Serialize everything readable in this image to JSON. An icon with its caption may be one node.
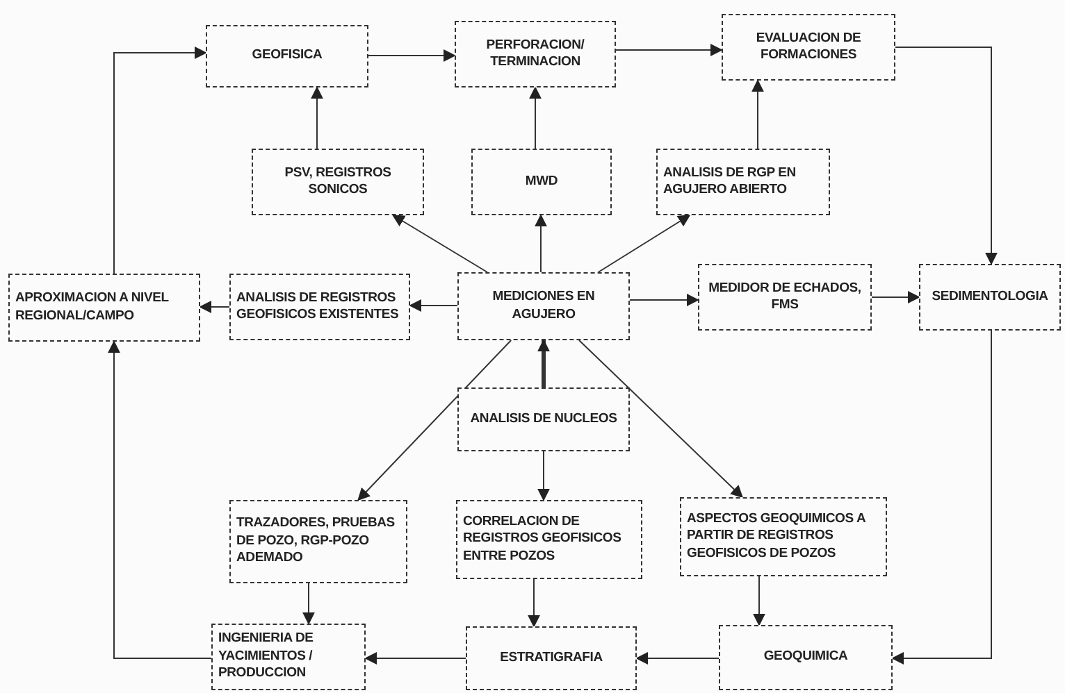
{
  "diagram": {
    "nodes": [
      {
        "text": [
          "GEOFISICA"
        ]
      },
      {
        "text": [
          "PERFORACION/ TERMINACION"
        ]
      },
      {
        "text": [
          "EVALUACION DE FORMACIONES"
        ]
      },
      {
        "text": [
          "PSV, REGISTROS SONICOS"
        ]
      },
      {
        "text": [
          "MWD"
        ]
      },
      {
        "text": [
          "ANALISIS DE RGP EN AGUJERO ABIERTO"
        ]
      },
      {
        "text": [
          "APROXIMACION A NIVEL REGIONAL/CAMPO"
        ]
      },
      {
        "text": [
          "ANALISIS DE REGISTROS GEOFISICOS EXISTENTES"
        ]
      },
      {
        "text": [
          "MEDICIONES EN AGUJERO"
        ]
      },
      {
        "text": [
          "MEDIDOR DE ECHADOS, FMS"
        ]
      },
      {
        "text": [
          "SEDIMENTOLOGIA"
        ]
      },
      {
        "text": [
          "ANALISIS DE NUCLEOS"
        ]
      },
      {
        "text": [
          "TRAZADORES, PRUEBAS DE POZO, RGP-POZO ADEMADO"
        ]
      },
      {
        "text": [
          "CORRELACION DE REGISTROS GEOFISICOS ENTRE POZOS"
        ]
      },
      {
        "text": [
          "ASPECTOS GEOQUIMICOS A PARTIR DE REGISTROS GEOFISICOS DE POZOS"
        ]
      },
      {
        "text": [
          "INGENIERIA DE YACIMIENTOS / PRODUCCION"
        ]
      },
      {
        "text": [
          "ESTRATIGRAFIA"
        ]
      },
      {
        "text": [
          "GEOQUIMICA"
        ]
      }
    ],
    "edges": [
      {
        "from": 0,
        "to": 1,
        "arrow": "to"
      },
      {
        "from": 1,
        "to": 2,
        "arrow": "to"
      },
      {
        "from": 2,
        "to": 10,
        "arrow": "to"
      },
      {
        "from": 3,
        "to": 0,
        "arrow": "to"
      },
      {
        "from": 4,
        "to": 1,
        "arrow": "to"
      },
      {
        "from": 5,
        "to": 2,
        "arrow": "to"
      },
      {
        "from": 8,
        "to": 3,
        "arrow": "to"
      },
      {
        "from": 8,
        "to": 4,
        "arrow": "to"
      },
      {
        "from": 8,
        "to": 5,
        "arrow": "to"
      },
      {
        "from": 8,
        "to": 7,
        "arrow": "to"
      },
      {
        "from": 7,
        "to": 6,
        "arrow": "to"
      },
      {
        "from": 8,
        "to": 9,
        "arrow": "to"
      },
      {
        "from": 9,
        "to": 10,
        "arrow": "to"
      },
      {
        "from": 11,
        "to": 8,
        "arrow": "to",
        "style": "thick"
      },
      {
        "from": 8,
        "to": 12,
        "arrow": "to"
      },
      {
        "from": 11,
        "to": 13,
        "arrow": "to"
      },
      {
        "from": 8,
        "to": 14,
        "arrow": "to"
      },
      {
        "from": 12,
        "to": 15,
        "arrow": "to"
      },
      {
        "from": 13,
        "to": 16,
        "arrow": "to"
      },
      {
        "from": 14,
        "to": 17,
        "arrow": "to"
      },
      {
        "from": 17,
        "to": 16,
        "arrow": "to"
      },
      {
        "from": 16,
        "to": 15,
        "arrow": "to"
      },
      {
        "from": 10,
        "to": 17,
        "arrow": "to"
      },
      {
        "from": 15,
        "to": 6,
        "arrow": "to"
      },
      {
        "from": 6,
        "to": 0,
        "arrow": "to"
      }
    ]
  }
}
